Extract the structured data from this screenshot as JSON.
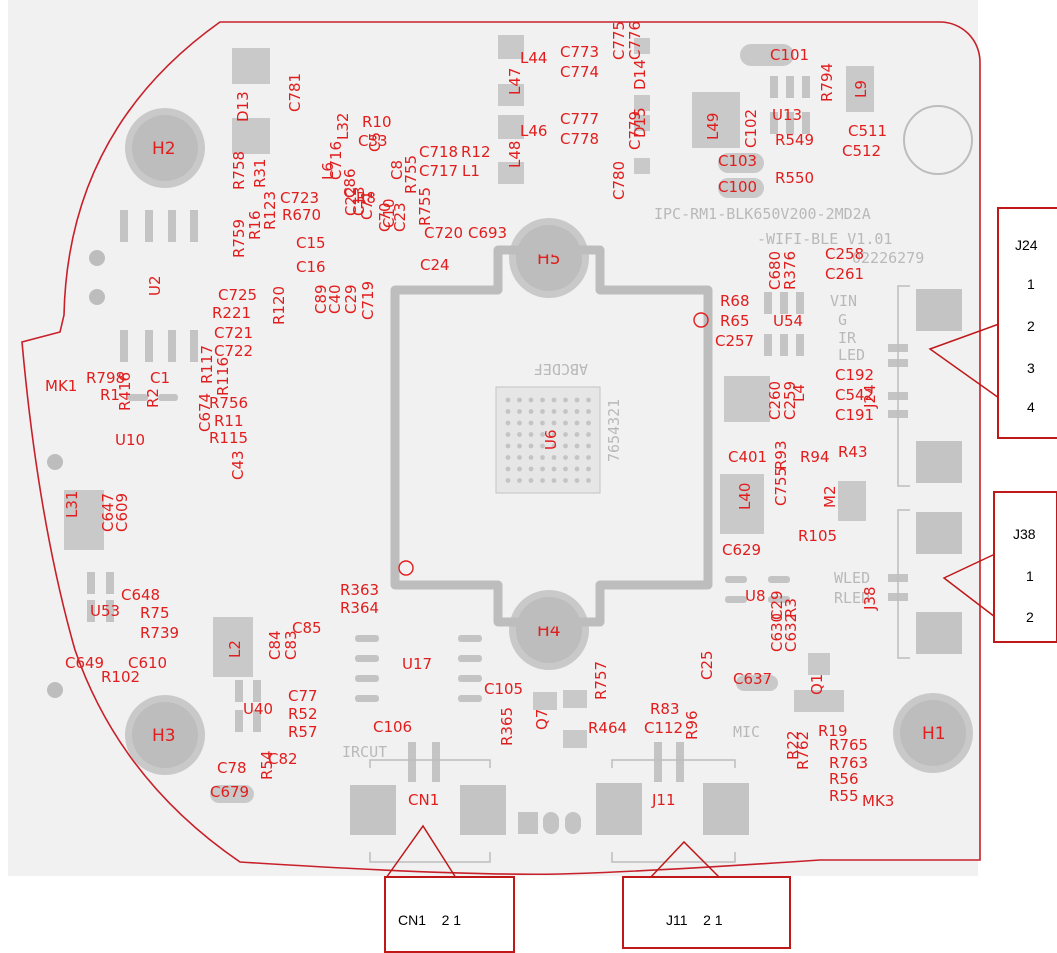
{
  "board": {
    "silk_title_1": "IPC-RM1-BLK650V200-2MD2A",
    "silk_title_2": "-WIFI-BLE  V1.01",
    "silk_serial": "02226279",
    "silk_labels": [
      "VIN",
      "G",
      "IR",
      "LED",
      "WLED",
      "RLED",
      "IRCUT",
      "MIC",
      "ABCDEF",
      "7654321"
    ],
    "holes": [
      "H1",
      "H2",
      "H3",
      "H4",
      "H5"
    ],
    "chip": "U6"
  },
  "callouts": {
    "j24": {
      "title": "J24",
      "pins": [
        "1",
        "2",
        "3",
        "4"
      ]
    },
    "j38": {
      "title": "J38",
      "pins": [
        "1",
        "2"
      ]
    },
    "cn1": {
      "text": "CN1    2 1"
    },
    "j11": {
      "text": "J11    2 1"
    }
  },
  "colors": {
    "outline": "#c8202a",
    "pad": "#c7c7c7",
    "pad_dark": "#bdbdbd",
    "text_ref": "#e11d1d",
    "silk": "#b9b9b9"
  }
}
